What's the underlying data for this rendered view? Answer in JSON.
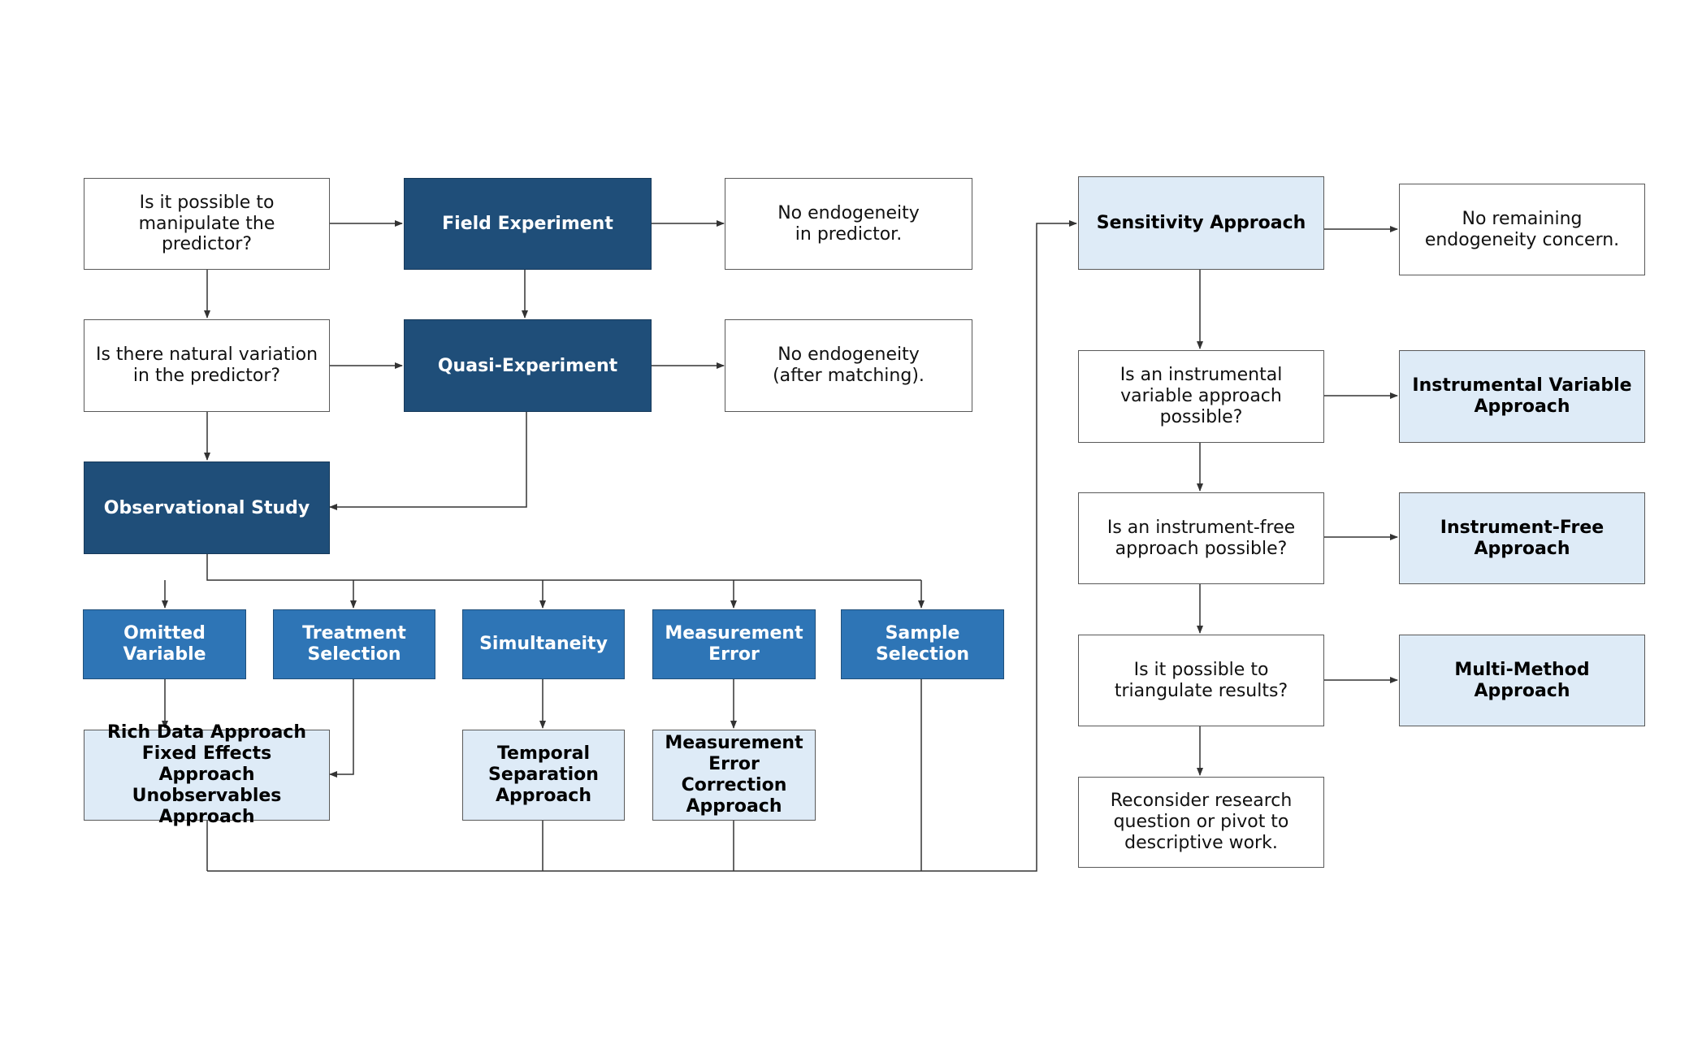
{
  "colors": {
    "dark_node": "#1f4e79",
    "issue_node": "#2e75b6",
    "approach_node": "#deebf7",
    "question_node": "#ffffff",
    "edge": "#333333"
  },
  "nodes": {
    "q_manipulate": "Is it possible to\nmanipulate the predictor?",
    "field_experiment": "Field Experiment",
    "no_endo_predictor": "No endogeneity\nin predictor.",
    "q_natural_variation": "Is there natural variation\nin the predictor?",
    "quasi_experiment": "Quasi-Experiment",
    "no_endo_matching": "No endogeneity\n(after matching).",
    "observational_study": "Observational Study",
    "omitted_variable": "Omitted\nVariable",
    "treatment_selection": "Treatment\nSelection",
    "simultaneity": "Simultaneity",
    "measurement_error": "Measurement\nError",
    "sample_selection": "Sample\nSelection",
    "rich_data": "Rich Data Approach\nFixed Effects Approach\nUnobservables\nApproach",
    "temporal_separation": "Temporal\nSeparation\nApproach",
    "measurement_error_correction": "Measurement\nError\nCorrection\nApproach",
    "sensitivity_approach": "Sensitivity Approach",
    "no_remaining": "No remaining\nendogeneity concern.",
    "q_instrumental": "Is an instrumental\nvariable approach\npossible?",
    "instrumental_variable": "Instrumental Variable\nApproach",
    "q_instrument_free": "Is an instrument-free\napproach possible?",
    "instrument_free": "Instrument-Free\nApproach",
    "q_triangulate": "Is it possible to\ntriangulate results?",
    "multi_method": "Multi-Method\nApproach",
    "reconsider": "Reconsider research\nquestion or pivot to\ndescriptive work."
  }
}
